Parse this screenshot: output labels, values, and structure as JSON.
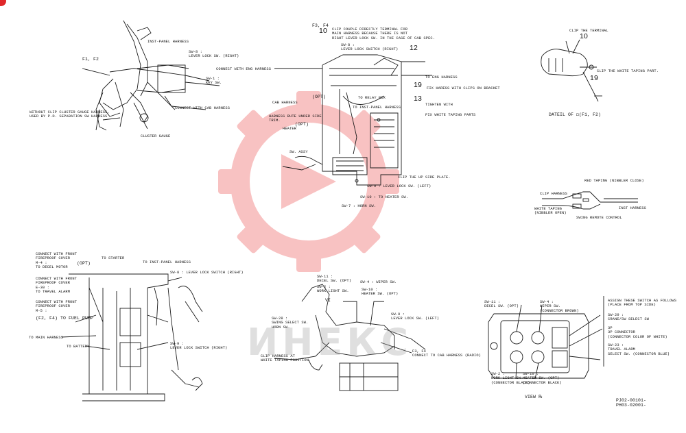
{
  "colors": {
    "ink": "#1a1a1a",
    "watermark_red": "#f07a7a",
    "badge_red": "#e0282a"
  },
  "icons": {
    "corner_badge": "gear-icon",
    "watermark": "gear-icon"
  },
  "watermark_text": "ИНЕКС",
  "panel_a": {
    "sw8": "SW-8 :\nLEVER LOCK SW. (RIGHT)",
    "inst_panel": "INST-PANEL HARNESS",
    "f1f2": "F1, F2",
    "eng_harness": "CONNECT WITH ENG HARNESS",
    "sw1": "SW-1 :\nKEY SW.",
    "cab_harness": "CONNECT WITH CAB HARNESS",
    "without_clip": "WITHOUT CLIP CLUSTER GAUGE HARNESS.\nUSED BY P.D. SEPARATION SW HARNESS",
    "cluster_gauge": "CLUSTER GAUGE"
  },
  "panel_b": {
    "f3f4": "F3, F4",
    "clip_couple": "CLIP COUPLE DIRECTLY TERMINAL FOR\nMAIN HARNESS BECAUSE THERE IS NOT\nRIGHT LEVER LOCK SW. IN THE CASE OF CAB SPEC.",
    "n10": "10",
    "sw8": "SW-8 :\nLEVER LOCK SWITCH (RIGHT)",
    "n12": "12",
    "to_eng": "TO ENG HARNESS",
    "n19": "19",
    "fix_clips": "FIX HARESS WITH CLIPS ON BRACKET",
    "opt1": "(OPT)",
    "to_relay": "TO RELAY BOX",
    "n13": "13",
    "tighten": "TIGHTEN WITH",
    "cab_harness": "CAB HARNESS",
    "to_inst": "TO INST-PANEL HARNESS",
    "rute": "HARNESS RUTE UNDER SIDE\nTRIM.",
    "fix_white": "FIX WHITE TAPING PARTS",
    "opt2": "(OPT)",
    "heater": "HEATER",
    "sw_assy": "SW. ASSY",
    "clip_plate": "CLIP THE UP SIDE PLATE.",
    "sw9": "SW-9 : LEVER LOCK SW. (LEFT)",
    "sw10": "SW-10 : TO HEATER SW.",
    "sw7": "SW-7 : HORN SW."
  },
  "panel_c": {
    "clip_terminal": "CLIP THE TERMINAL",
    "n10": "10",
    "clip_white": "CLIP THE WHITE TAPING PART.",
    "n19": "19",
    "detail": "DATEIL OF ◻(F1, F2)"
  },
  "panel_d": {
    "red_taping": "RED TAPING (NIBBLER CLOSE)",
    "clip_harness": "CLIP HARNESS",
    "inst_harness": "INST HARNESS",
    "white_taping": "WHITE TAPING\n(NIBBLER OPEN)",
    "swing_remote": "SWING REMOTE CONTROL"
  },
  "panel_e": {
    "connect_front1": "CONNECT WITH FRONT\nFIREPROOF COVER",
    "m4": "M-4 :\nTO DECEL MOTOR",
    "opt": "(OPT)",
    "to_starter": "TO STARTER",
    "to_inst": "TO INST-PANEL HARNESS",
    "sw8": "SW-8 : LEVER LOCK SWITCH (RIGHT)",
    "connect_front2": "CONNECT WITH FRONT\nFIREPROOF COVER",
    "e30": "E-30 :\nTO TRAVEL ALARM",
    "connect_front3": "CONNECT WITH FRONT\nFIREPROOF COVER",
    "m5": "M-5 :",
    "f2f4": "(F2, F4) TO FUEL PUMP",
    "to_main": "TO MAIN HARNESS",
    "to_battery": "TO BATTERY",
    "sw9": "SW-9 :\nLEVER LOCK SWITCH (RIGHT)"
  },
  "panel_f": {
    "sw11": "SW-11 :\nDECEL SW. (OPT)",
    "sw4": "SW-4 : WIPER SW.",
    "sw2": "SW-2 :\nWORK LIGHT SW.",
    "sw10": "SW-10 :\nHEATER SW. (OPT)",
    "vi": "VI",
    "sw9": "SW-9 :\nLEVER LOCK SW. (LEFT)",
    "sw28": "SW-28 :\nSWING SELECT SW.\nHORN SW.",
    "f3f4": "F3, F4\nCONNECT TO CAB HARNESS (RADIO)",
    "clip_white": "CLIP HARNESS AT\nWHITE TAPING POSITION"
  },
  "panel_g": {
    "sw11": "SW-11 :\nDECEL SW. (OPT)",
    "sw4": "SW-4 :\nWIPER SW.\n(CONNECTOR BROWN)",
    "assign": "ASSIGN THESE SWITCH AS FOLLOWS\n(PLACE FROM TOP SIDE)",
    "sw29": "SW-29 :\nCRANE/SW SELECT SW",
    "conn3p": "3P\n3P CONNECTOR\n(CONNECTOR COLOR OF WHITE)",
    "sw23": "SW-23 :\nTRAVEL ALARM\nSELECT SW. (CONNECTOR BLUE)",
    "sw2": "SW-2 :\nWORK LIGHT SW.\n(CONNECTOR BLACK)",
    "sw10": "SW-10 :\nHEATER SW. (OPT)\n(CONNECTOR BLACK)",
    "view": "VIEW ℞"
  },
  "doc_codes": "PJ02-00101-\nPH03-02001-"
}
